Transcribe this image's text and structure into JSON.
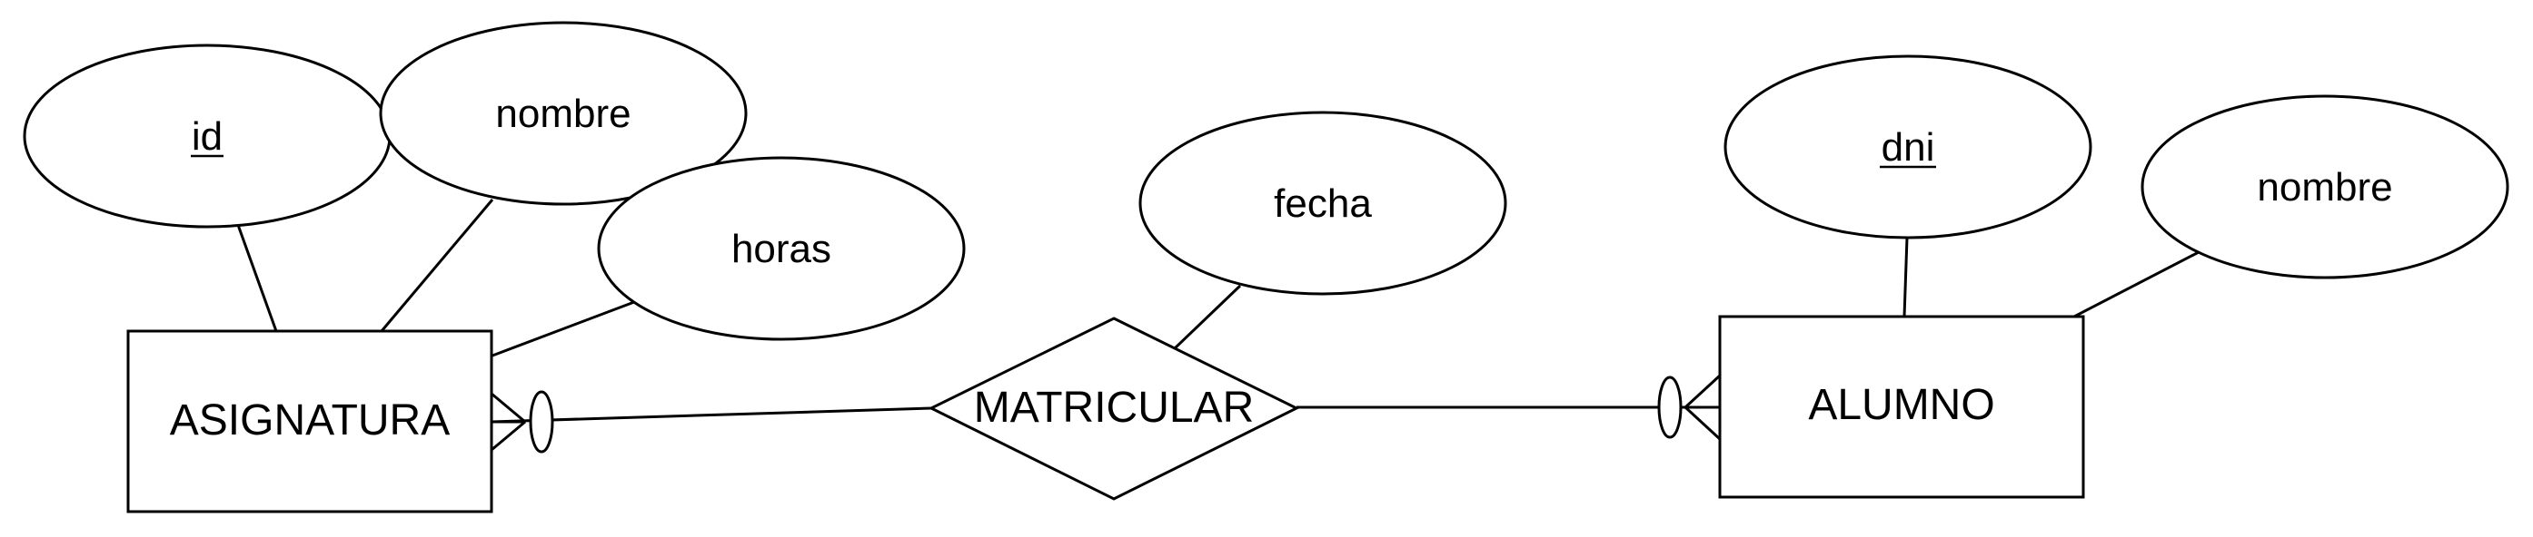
{
  "diagram": {
    "entities": {
      "asignatura": "ASIGNATURA",
      "alumno": "ALUMNO"
    },
    "relationship": {
      "label": "MATRICULAR"
    },
    "attributes": {
      "asignatura_id": "id",
      "asignatura_nombre": "nombre",
      "asignatura_horas": "horas",
      "matricular_fecha": "fecha",
      "alumno_dni": "dni",
      "alumno_nombre": "nombre"
    }
  }
}
